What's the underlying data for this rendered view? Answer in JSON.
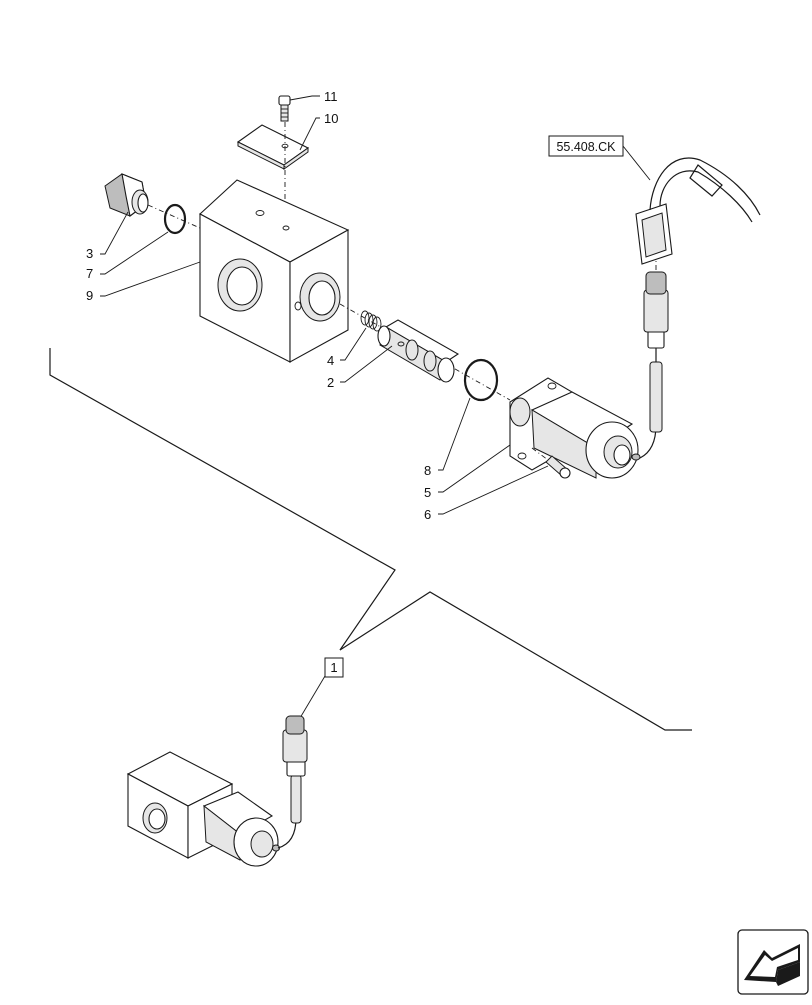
{
  "callouts": {
    "c1": "1",
    "c2": "2",
    "c3": "3",
    "c4": "4",
    "c5": "5",
    "c6": "6",
    "c7": "7",
    "c8": "8",
    "c9": "9",
    "c10": "10",
    "c11": "11"
  },
  "reference_box": "55.408.CK",
  "nav_icon": "arrow-return-icon"
}
